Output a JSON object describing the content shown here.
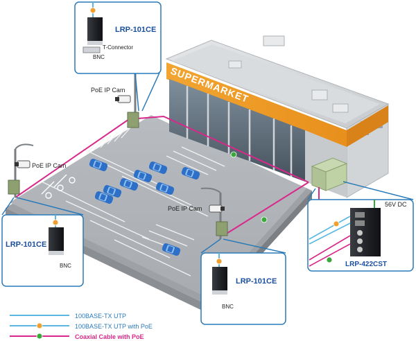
{
  "building": {
    "sign": "SUPERMARKET"
  },
  "devices": {
    "top": {
      "model": "LRP-101CE",
      "bnc_label": "BNC",
      "tconnector_label": "T-Connector"
    },
    "left": {
      "model": "LRP-101CE",
      "bnc_label": "BNC"
    },
    "bottom": {
      "model": "LRP-101CE",
      "bnc_label": "BNC"
    },
    "switch": {
      "model": "LRP-422CST",
      "power_label": "56V DC"
    }
  },
  "cameras": {
    "cam1": "PoE IP Cam",
    "cam2": "PoE IP Cam",
    "cam3": "PoE IP Cam"
  },
  "legend": {
    "items": [
      {
        "label": "100BASE-TX UTP",
        "color": "#5ab8e0"
      },
      {
        "label": "100BASE-TX UTP with PoE",
        "color": "#5ab8e0",
        "marker_color": "#f0a030"
      },
      {
        "label": "Coaxial Cable with PoE",
        "color": "#d8288a",
        "marker_color": "#3aa83a"
      }
    ]
  },
  "colors": {
    "utp": "#5ab8e0",
    "coax": "#d8288a",
    "poe_marker": "#f0a030",
    "coax_marker": "#3aa83a",
    "box_border": "#2a7ab8",
    "model_text": "#1a4f9e",
    "coax_legend_text": "#d8288a",
    "utp_legend_text": "#2a7ab8"
  },
  "icons": [
    "camera-icon",
    "car-icon",
    "disabled-parking-icon",
    "device-icon",
    "switch-icon"
  ]
}
